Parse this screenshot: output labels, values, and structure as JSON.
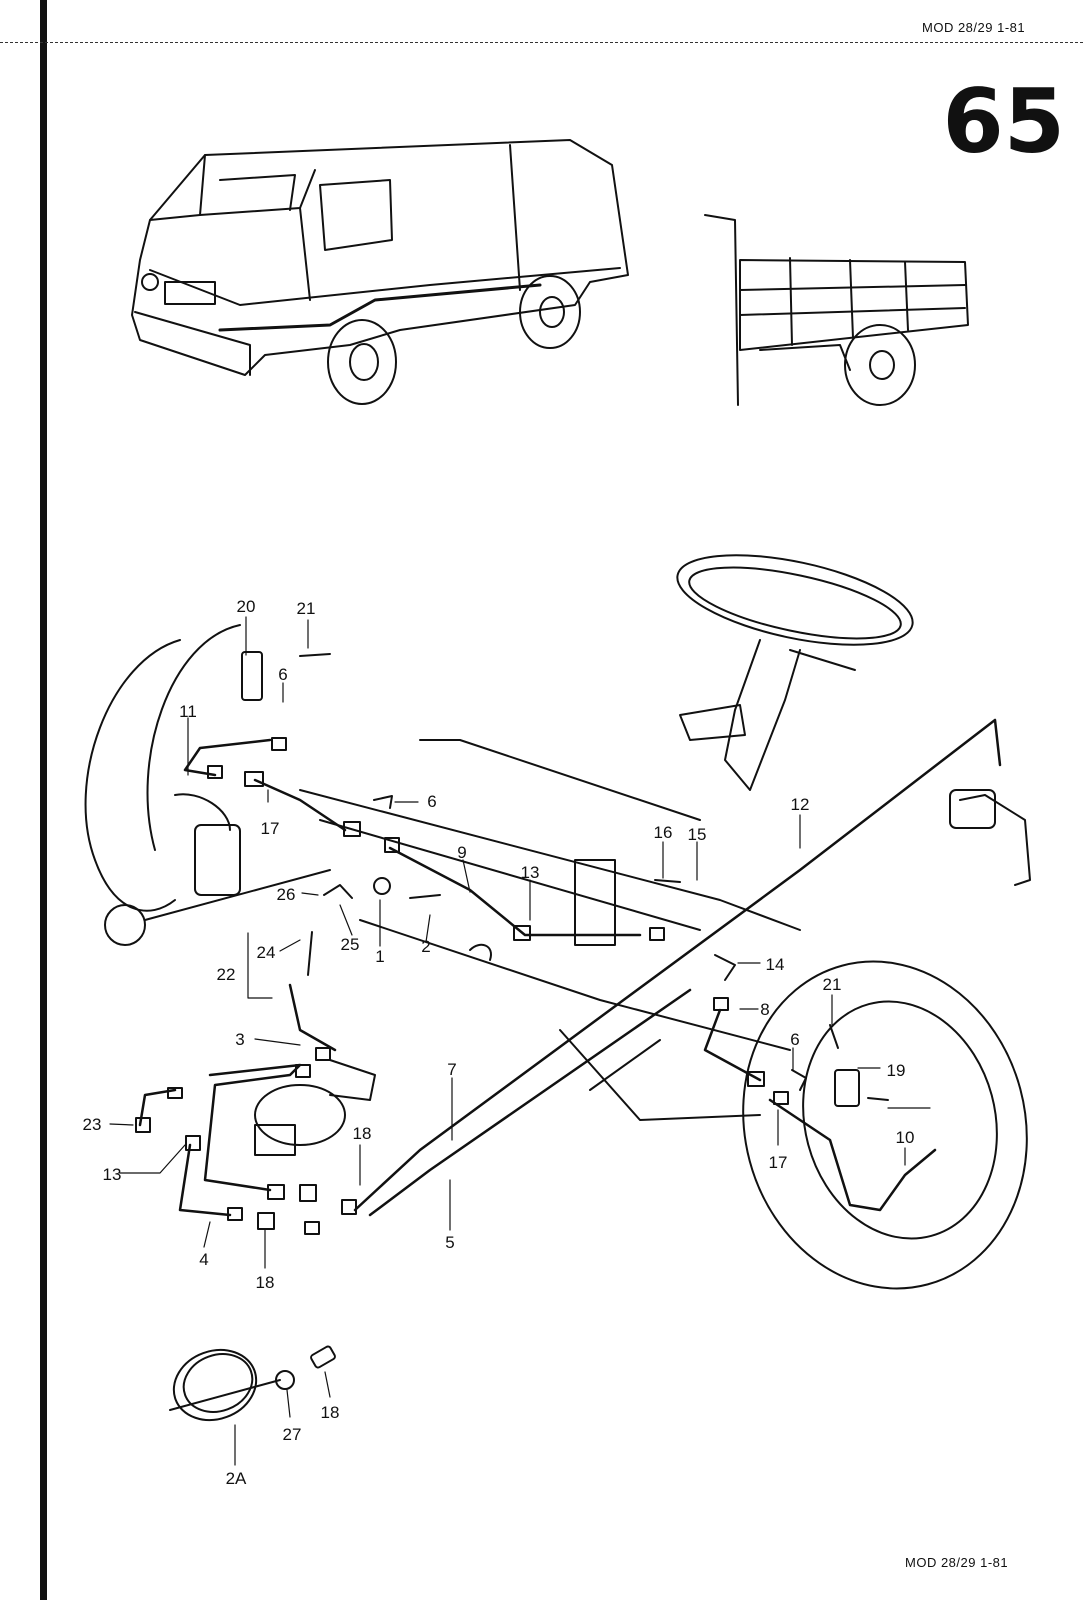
{
  "header": {
    "model_code": "MOD 28/29 1-81",
    "page_number": "65"
  },
  "footer": {
    "model_code": "MOD 28/29 1-81"
  },
  "diagram": {
    "callouts": [
      "20",
      "21",
      "6",
      "11",
      "17",
      "6",
      "16",
      "15",
      "12",
      "13",
      "9",
      "26",
      "25",
      "1",
      "2",
      "24",
      "22",
      "14",
      "21",
      "8",
      "3",
      "19",
      "7",
      "6",
      "23",
      "18",
      "13",
      "17",
      "10",
      "4",
      "18",
      "5",
      "27",
      "18",
      "2A"
    ]
  }
}
